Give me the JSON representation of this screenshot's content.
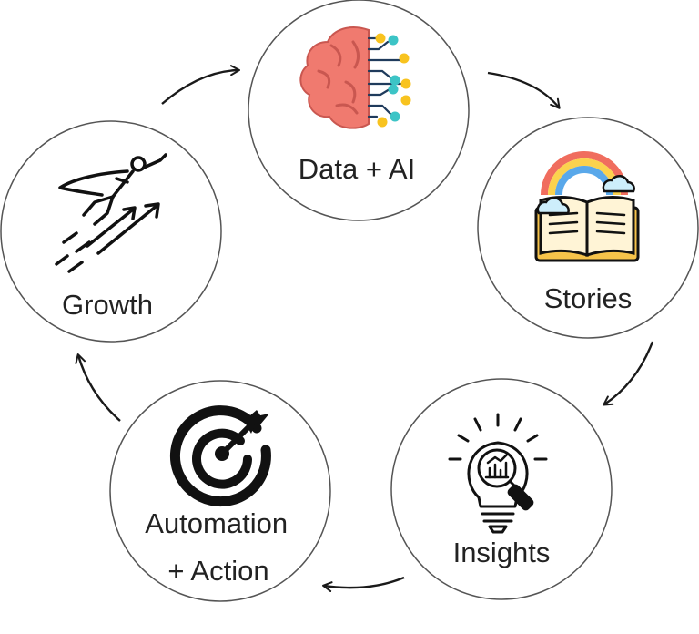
{
  "diagram": {
    "nodes": [
      {
        "id": "data-ai",
        "label_lines": [
          "Data + AI"
        ],
        "icon": "brain-circuit-icon"
      },
      {
        "id": "stories",
        "label_lines": [
          "Stories"
        ],
        "icon": "open-book-rainbow-icon"
      },
      {
        "id": "insights",
        "label_lines": [
          "Insights"
        ],
        "icon": "lightbulb-magnifier-chart-icon"
      },
      {
        "id": "automation",
        "label_lines": [
          "Automation",
          "+ Action"
        ],
        "icon": "target-arrow-icon"
      },
      {
        "id": "growth",
        "label_lines": [
          "Growth"
        ],
        "icon": "superhero-flying-arrows-icon"
      }
    ],
    "edges": [
      {
        "from": "data-ai",
        "to": "stories"
      },
      {
        "from": "stories",
        "to": "insights"
      },
      {
        "from": "insights",
        "to": "automation"
      },
      {
        "from": "automation",
        "to": "growth"
      },
      {
        "from": "growth",
        "to": "data-ai"
      }
    ],
    "colors": {
      "circle_stroke": "#555555",
      "arrow": "#1a1a1a",
      "brain": "#f07a6f",
      "brain_dark": "#c95750",
      "circuit_line": "#1f3b5c",
      "circuit_yellow": "#f8c31f",
      "circuit_teal": "#3cc4c6",
      "book_cover": "#f6c34a",
      "book_page": "#fff4d6",
      "cloud": "#cdeefb",
      "rainbow_red": "#f06d5e",
      "rainbow_yellow": "#fbd24e",
      "rainbow_blue": "#59a8ea",
      "icon_black": "#111111"
    }
  }
}
